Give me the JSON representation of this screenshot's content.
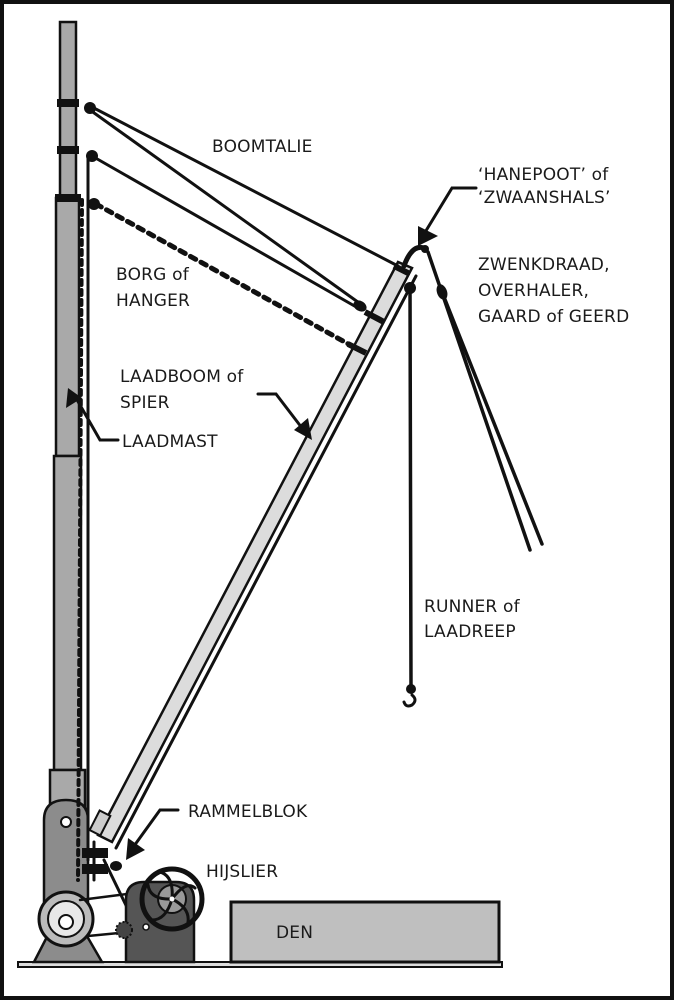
{
  "diagram": {
    "title": "Laadboom (cargo derrick) nomenclature",
    "colors": {
      "outline": "#111111",
      "mast_fill": "#a9a9a9",
      "boom_fill": "#dcdcdc",
      "winch_fill": "#555555",
      "den_fill": "#bfbfbf",
      "background": "#ffffff"
    },
    "labels": {
      "boomtalie": "BOOMTALIE",
      "hanepoot_line1": "‘HANEPOOT’ of",
      "hanepoot_line2": "‘ZWAANSHALS’",
      "zwenkdraad_line1": "ZWENKDRAAD,",
      "zwenkdraad_line2": "OVERHALER,",
      "zwenkdraad_line3": "GAARD of GEERD",
      "borg_line1": "BORG of",
      "borg_line2": "HANGER",
      "laadboom_line1": "LAADBOOM of",
      "laadboom_line2": "SPIER",
      "laadmast": "LAADMAST",
      "runner_line1": "RUNNER of",
      "runner_line2": "LAADREEP",
      "rammelblok": "RAMMELBLOK",
      "hijslier": "HIJSLIER",
      "den": "DEN"
    }
  }
}
